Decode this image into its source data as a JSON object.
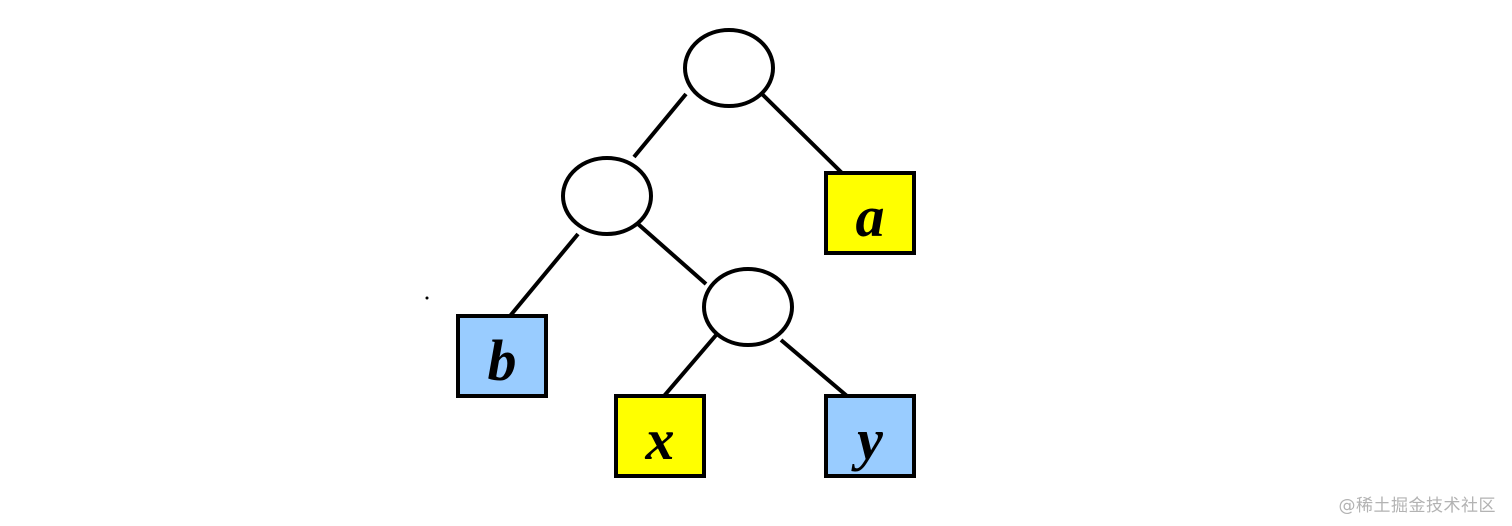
{
  "tree": {
    "internal_nodes": [
      {
        "id": "root",
        "label": ""
      },
      {
        "id": "left",
        "label": ""
      },
      {
        "id": "left-right",
        "label": ""
      }
    ],
    "leaves": [
      {
        "id": "a",
        "label": "a",
        "fill": "#ffff00"
      },
      {
        "id": "b",
        "label": "b",
        "fill": "#99ccff"
      },
      {
        "id": "x",
        "label": "x",
        "fill": "#ffff00"
      },
      {
        "id": "y",
        "label": "y",
        "fill": "#99ccff"
      }
    ],
    "edges": [
      [
        "root",
        "left"
      ],
      [
        "root",
        "a"
      ],
      [
        "left",
        "b"
      ],
      [
        "left",
        "left-right"
      ],
      [
        "left-right",
        "x"
      ],
      [
        "left-right",
        "y"
      ]
    ]
  },
  "colors": {
    "yellow_leaf": "#ffff00",
    "blue_leaf": "#99ccff",
    "stroke": "#000000",
    "watermark": "#b3b3b3"
  },
  "watermark": {
    "text": "@稀土掘金技术社区"
  }
}
